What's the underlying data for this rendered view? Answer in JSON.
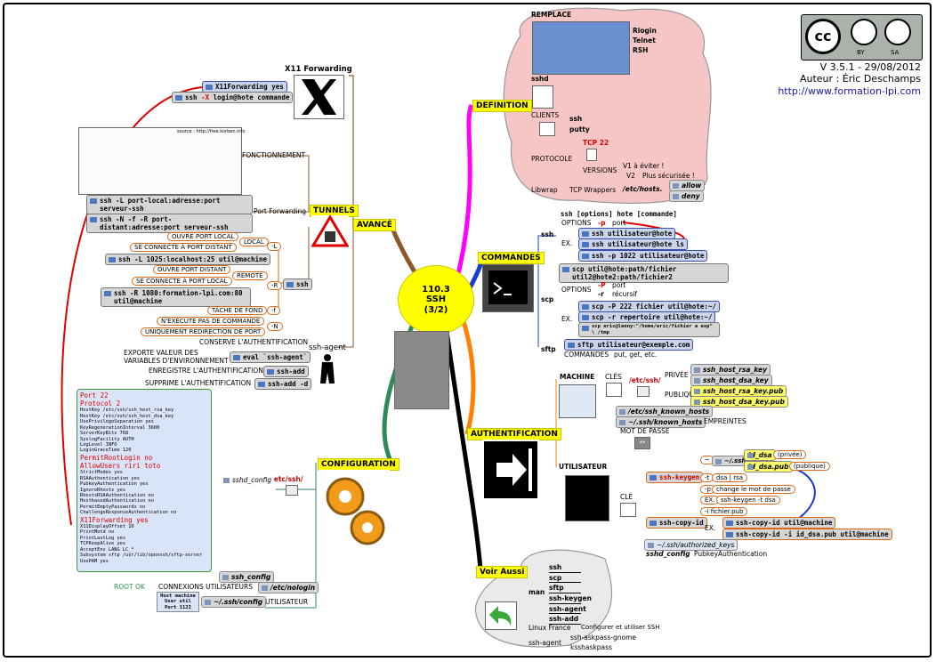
{
  "center": {
    "line1": "110.3",
    "line2": "SSH",
    "line3": "(3/2)"
  },
  "header": {
    "license_by": "BY",
    "license_sa": "SA",
    "version": "V 3.5.1 - 29/08/2012",
    "author": "Auteur : Éric Deschamps",
    "url": "http://www.formation-lpi.com"
  },
  "avance": {
    "title": "AVANCÉ",
    "x11": {
      "title": "X11 Forwarding",
      "cmd1": "X11Forwarding yes",
      "cmd2_pre": "ssh ",
      "cmd2_flag": "-X",
      "cmd2_post": " login@hote commande"
    },
    "tunnels": {
      "title": "TUNNELS",
      "fonctionnement": "FONCTIONNEMENT",
      "diagram_source": "source : http://free.korben.info",
      "port_forwarding": "Port Forwarding",
      "pf_cmd1": "ssh -L port-local:adresse:port serveur-ssh",
      "pf_cmd2": "ssh -N -f -R port-distant:adresse:port serveur-ssh",
      "local": "LOCAL",
      "flag_L": "-L",
      "ouvre_local": "OUVRE PORT LOCAL",
      "connecte_distant": "SE CONNECTE À PORT DISTANT",
      "cmd_L": "ssh -L 1025:localhost:25 util@machine",
      "remote": "REMOTE",
      "flag_R": "-R",
      "ouvre_distant": "OUVRE PORT DISTANT",
      "connecte_local": "SE CONNECTE À PORT LOCAL",
      "cmd_R": "ssh -R 1080:formation-lpi.com:80 util@machine",
      "ssh": "ssh",
      "tache_fond": "TÂCHE DE FOND",
      "flag_f": "-f",
      "nexecute": "N'EXÉCUTE PAS DE COMMANDE",
      "flag_N": "-N",
      "uniquement": "UNIQUEMENT REDIRECTION DE PORT"
    },
    "agent": {
      "title": "ssh-agent",
      "conserve": "CONSERVE L'AUTHENTIFICATION",
      "exporte1": "EXPORTE VALEUR DES",
      "exporte2": "VARIABLES D'ENVIRONNEMENT",
      "eval": "eval `ssh-agent`",
      "enregistre": "ENREGISTRE L'AUTHENTIFICATION",
      "add": "ssh-add",
      "supprime": "SUPPRIME L'AUTHENTIFICATION",
      "add_d": "ssh-add -d"
    }
  },
  "configuration": {
    "title": "CONFIGURATION",
    "etc_ssh": "/etc/ssh/",
    "sshd_config": "sshd_config",
    "sshd_config2": "ssh_config",
    "etc_nologin": "/etc/nologin",
    "root_ok": "ROOT OK",
    "connexions": "CONNEXIONS UTILISATEURS",
    "utilisateur": "UTILISATEUR",
    "user_ssh_config": "~/.ssh/config",
    "host_lines": [
      "Host machine",
      "User util",
      "Port 1122"
    ],
    "config_lines": [
      {
        "t": "Port 22",
        "c": "red"
      },
      {
        "t": "Protocol 2",
        "c": "red"
      },
      {
        "t": "HostKey /etc/ssh/ssh_host_rsa_key",
        "c": ""
      },
      {
        "t": "HostKey /etc/ssh/ssh_host_dsa_key",
        "c": ""
      },
      {
        "t": "UsePrivilegeSeparation yes",
        "c": ""
      },
      {
        "t": "KeyRegenerationInterval 3600",
        "c": ""
      },
      {
        "t": "ServerKeyBits 768",
        "c": ""
      },
      {
        "t": "SyslogFacility AUTH",
        "c": ""
      },
      {
        "t": "LogLevel INFO",
        "c": ""
      },
      {
        "t": "LoginGraceTime 120",
        "c": ""
      },
      {
        "t": "PermitRootLogin no",
        "c": "red"
      },
      {
        "t": "AllowUsers riri toto",
        "c": "red"
      },
      {
        "t": "StrictModes yes",
        "c": ""
      },
      {
        "t": "RSAAuthentication yes",
        "c": ""
      },
      {
        "t": "PubkeyAuthentication yes",
        "c": ""
      },
      {
        "t": "IgnoreRhosts yes",
        "c": ""
      },
      {
        "t": "RhostsRSAAuthentication no",
        "c": ""
      },
      {
        "t": "HostbasedAuthentication no",
        "c": ""
      },
      {
        "t": "PermitEmptyPasswords no",
        "c": ""
      },
      {
        "t": "ChallengeResponseAuthentication no",
        "c": ""
      },
      {
        "t": "X11Forwarding yes",
        "c": "red"
      },
      {
        "t": "X11DisplayOffset 10",
        "c": ""
      },
      {
        "t": "PrintMotd no",
        "c": ""
      },
      {
        "t": "PrintLastLog yes",
        "c": ""
      },
      {
        "t": "TCPKeepAlive yes",
        "c": ""
      },
      {
        "t": "AcceptEnv LANG LC_*",
        "c": ""
      },
      {
        "t": "Subsystem sftp /usr/lib/openssh/sftp-server",
        "c": ""
      },
      {
        "t": "UsePAM yes",
        "c": ""
      }
    ]
  },
  "definition": {
    "title": "DEFINITION",
    "remplace": "REMPLACE",
    "rlogin": "Rlogin",
    "telnet": "Telnet",
    "rsh": "RSH",
    "sshd": "sshd",
    "clients": "CLIENTS",
    "ssh": "ssh",
    "putty": "putty",
    "protocole": "PROTOCOLE",
    "tcp22": "TCP 22",
    "versions": "VERSIONS",
    "v1": "V1 à éviter !",
    "v2": "V2",
    "v2_note": "Plus sécurisée !",
    "libwrap": "Libwrap",
    "tcpwrappers": "TCP Wrappers",
    "etchosts": "/etc/hosts.",
    "allow": "allow",
    "deny": "deny"
  },
  "commandes": {
    "title": "COMMANDES",
    "ssh": "ssh",
    "ssh_syntax": "ssh [options] hote [commande]",
    "options": "OPTIONS",
    "flag_p": "-p",
    "port": "port",
    "ex": "EX.",
    "ex1": "ssh utilisateur@hote",
    "ex2": "ssh utilisateur@hote ls",
    "ex3": "ssh -p 1022 utilisateur@hote",
    "scp": "scp",
    "scp_syntax": "scp util@hote:path/fichier util2@hote2:path/fichier2",
    "scp_P": "-P",
    "scp_port": "port",
    "scp_r": "-r",
    "scp_rec": "récursif",
    "scp_ex1": "scp -P 222 fichier util@hote:~/",
    "scp_ex2": "scp -r repertoire util@hote:~/",
    "scp_ex3": "scp eric@lenny:\"/home/eric/fichier a esp\" \\ /tmp",
    "sftp": "sftp",
    "sftp_cmd": "sftp utilisateur@exemple.com",
    "sftp_cmds": "COMMANDES",
    "sftp_list": "put, get, etc."
  },
  "authentification": {
    "title": "AUTHENTIFICATION",
    "machine": "MACHINE",
    "cles": "CLÉS",
    "etcssh": "/etc/ssh/",
    "privee": "PRIVÉE",
    "publique": "PUBLIQUE",
    "rsa_key": "ssh_host_rsa_key",
    "dsa_key": "ssh_host_dsa_key",
    "rsa_pub": "ssh_host_rsa_key.pub",
    "dsa_pub": "ssh_host_dsa_key.pub",
    "known1": "/etc/ssh_known_hosts",
    "known2": "~/.ssh/known_hosts",
    "empreintes": "EMPREINTES",
    "mot_de_passe": "MOT DE PASSE",
    "pwd_glyph": "**",
    "utilisateur": "UTILISATEUR",
    "cle": "CLÉ",
    "keygen": "ssh-keygen",
    "tilde": "~",
    "dotssh": "~/.ssh/",
    "id_dsa": "id_dsa",
    "privee2": "(privée)",
    "id_dsa_pub": "id_dsa.pub",
    "publique2": "(publique)",
    "flag_t": "-t",
    "dsa_rsa": "dsa | rsa",
    "flag_p": "-p",
    "change": "change le mot de passe",
    "ex": "EX.",
    "keygen_ex": "ssh-keygen -t dsa",
    "flag_i": "-i fichier.pub",
    "copyid": "ssh-copy-id",
    "copy_ex1": "ssh-copy-id util@machine",
    "copy_ex2": "ssh-copy-id -i id_dsa.pub util@machine",
    "authorized": "~/.ssh/authorized_keys",
    "sshd_config": "sshd_config",
    "pubkeyauth": "PubkeyAuthentication"
  },
  "voir_aussi": {
    "title": "Voir Aussi",
    "man": "man",
    "man_items": [
      "ssh",
      "scp",
      "sftp",
      "ssh-keygen",
      "ssh-agent",
      "ssh-add"
    ],
    "linux_france": "Linux France",
    "lf_link": "Configurer et utiliser SSH",
    "ssh_agent": "ssh-agent",
    "askpass1": "ssh-askpass-gnome",
    "askpass2": "ksshaskpass"
  }
}
